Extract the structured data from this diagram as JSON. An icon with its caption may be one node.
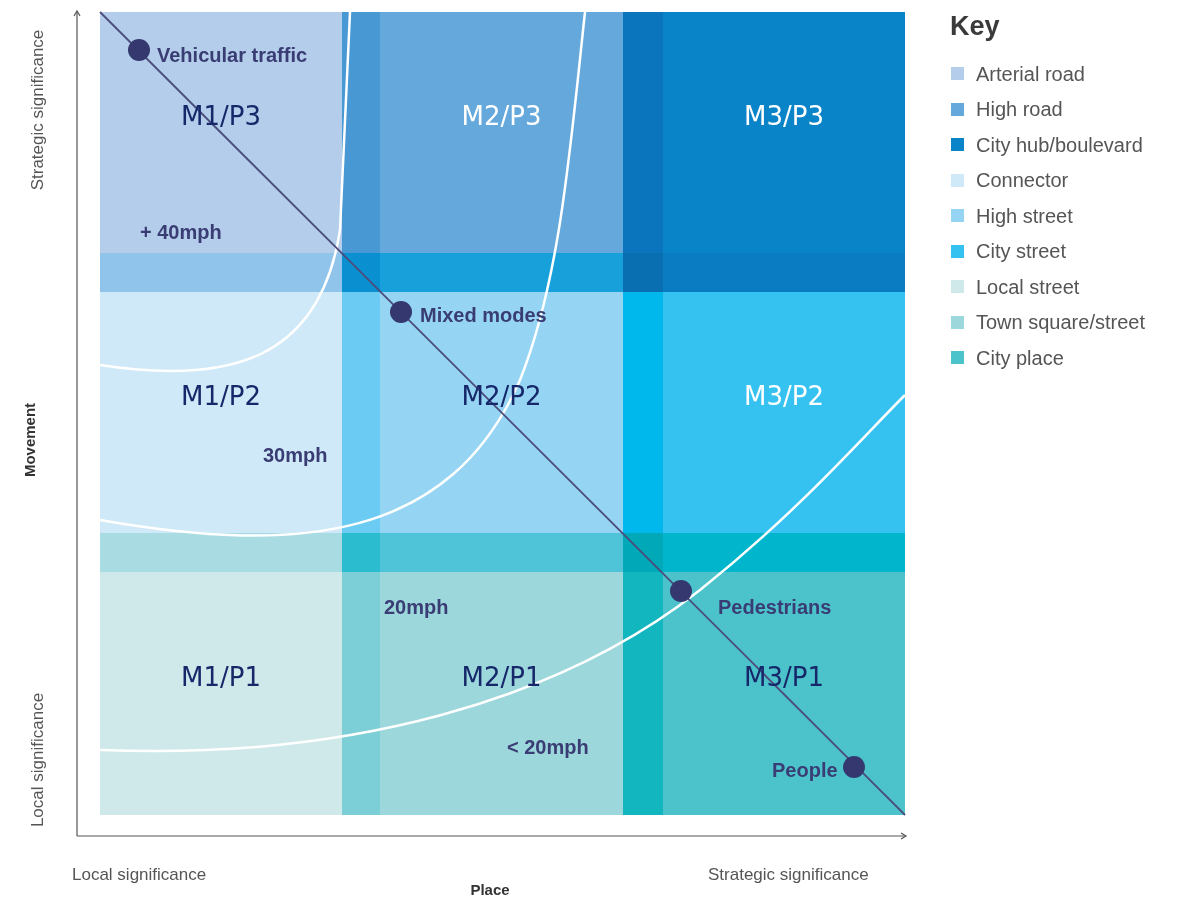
{
  "diagram": {
    "nodes": [
      {
        "text": [
          "M1/P3"
        ]
      },
      {
        "text": [
          "M2/P3"
        ]
      },
      {
        "text": [
          "M3/P3"
        ]
      },
      {
        "text": [
          "M1/P2"
        ]
      },
      {
        "text": [
          "M2/P2"
        ]
      },
      {
        "text": [
          "M3/P2"
        ]
      },
      {
        "text": [
          "M1/P1"
        ]
      },
      {
        "text": [
          "M2/P1"
        ]
      },
      {
        "text": [
          "M3/P1"
        ]
      }
    ],
    "labels": [
      "Vehicular traffic",
      "Mixed modes",
      "Pedestrians",
      "People",
      "+ 40mph",
      "30mph",
      "20mph",
      "< 20mph",
      "Strategic significance",
      "Movement",
      "Local significance",
      "Local significance",
      "Place",
      "Strategic significance",
      "Key"
    ],
    "legend": [
      {
        "text": "Arterial road",
        "color": "#b3cdea"
      },
      {
        "text": "High road",
        "color": "#64a8dc"
      },
      {
        "text": "City hub/boulevard",
        "color": "#0a84c8"
      },
      {
        "text": "Connector",
        "color": "#cfe9f8"
      },
      {
        "text": "High street",
        "color": "#95d5f3"
      },
      {
        "text": "City street",
        "color": "#36c2f0"
      },
      {
        "text": "Local street",
        "color": "#cfe9eb"
      },
      {
        "text": "Town square/street",
        "color": "#9cd7dc"
      },
      {
        "text": "City place",
        "color": "#4cc3cb"
      }
    ]
  }
}
